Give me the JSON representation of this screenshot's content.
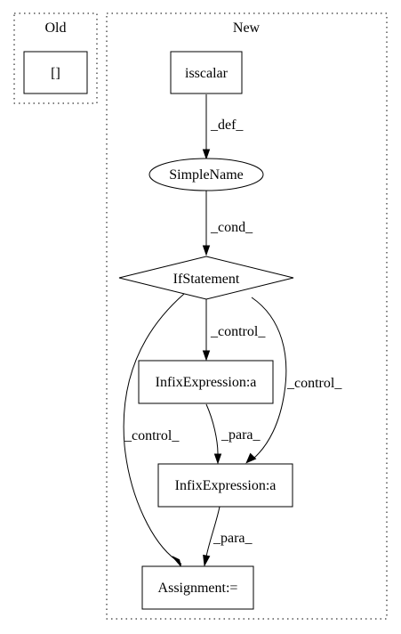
{
  "clusters": {
    "old": {
      "label": "Old"
    },
    "new": {
      "label": "New"
    }
  },
  "nodes": {
    "old_empty": {
      "label": "[]"
    },
    "isscalar": {
      "label": "isscalar"
    },
    "simple_name": {
      "label": "SimpleName"
    },
    "if_statement": {
      "label": "IfStatement"
    },
    "infix_1": {
      "label": "InfixExpression:a"
    },
    "infix_2": {
      "label": "InfixExpression:a"
    },
    "assignment": {
      "label": "Assignment:="
    }
  },
  "edges": {
    "def": {
      "label": "_def_"
    },
    "cond": {
      "label": "_cond_"
    },
    "control_infix1": {
      "label": "_control_"
    },
    "control_infix2": {
      "label": "_control_"
    },
    "control_assign": {
      "label": "_control_"
    },
    "para_infix": {
      "label": "_para_"
    },
    "para_assign": {
      "label": "_para_"
    }
  }
}
